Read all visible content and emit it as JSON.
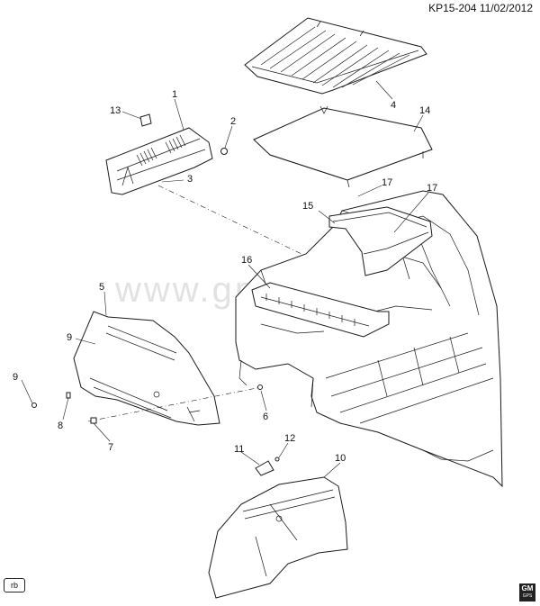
{
  "header": {
    "code": "KP15-204",
    "date": "11/02/2012"
  },
  "watermark": "www.gm-shka.ru",
  "footer": {
    "tag": "rb",
    "logo_top": "GM",
    "logo_bottom": "GPS"
  },
  "callouts": {
    "c1": "1",
    "c2": "2",
    "c3": "3",
    "c4": "4",
    "c5": "5",
    "c6": "6",
    "c7": "7",
    "c8": "8",
    "c9a": "9",
    "c9b": "9",
    "c10": "10",
    "c11": "11",
    "c12": "12",
    "c13": "13",
    "c14": "14",
    "c15": "15",
    "c16": "16",
    "c17a": "17",
    "c17b": "17"
  }
}
